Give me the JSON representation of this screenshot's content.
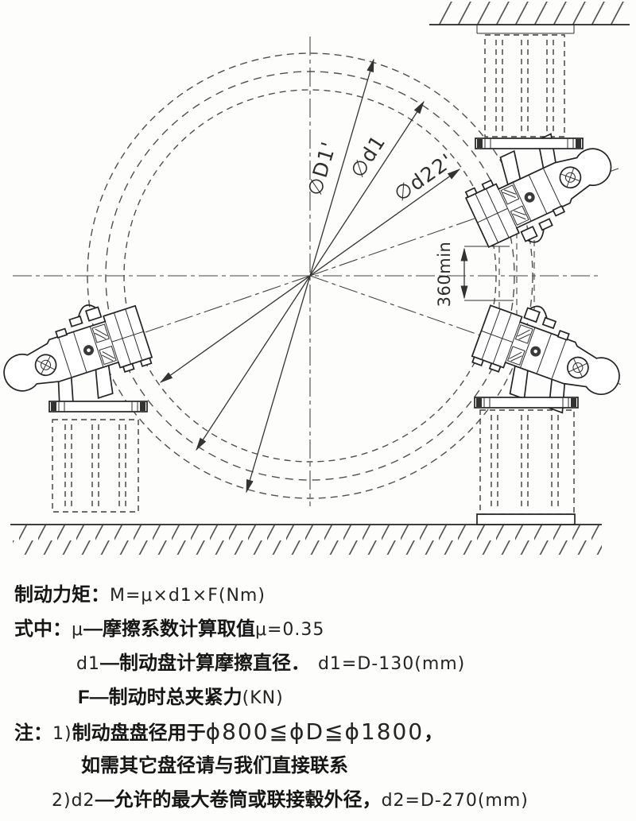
{
  "drawing": {
    "dim_D1": "∅D1'",
    "dim_d1": "∅d1",
    "dim_d22": "∅d22'",
    "dim_360": "360min"
  },
  "notes": {
    "l1_label": "制动力矩：",
    "l1_formula": "M=μ×d1×F(Nm)",
    "l2_label": "式中：",
    "l2_sym": "μ",
    "l2_body": "—摩擦系数计算取值",
    "l2_value": "μ=0.35",
    "l3_sym": "d1",
    "l3_body": "—制动盘计算摩擦直径．",
    "l3_formula": "d1=D-130(mm)",
    "l4_body": "F—制动时总夹紧力",
    "l4_unit": "(KN)",
    "l5_label": "注：",
    "l5_item": "1)",
    "l5_body": "制动盘盘径用于",
    "l5_range": "ϕ800≦ϕD≦ϕ1800",
    "l5_comma": "，",
    "l6_body": "如需其它盘径请与我们直接联系",
    "l7_item": "2)",
    "l7_sym": "d2",
    "l7_body": "—允许的最大卷筒或联接毂外径，",
    "l7_formula": "d2=D-270(mm)"
  },
  "colors": {
    "ink": "#2b2b2b",
    "paper": "#fdfdfc",
    "dash": "#4f4f4f"
  }
}
